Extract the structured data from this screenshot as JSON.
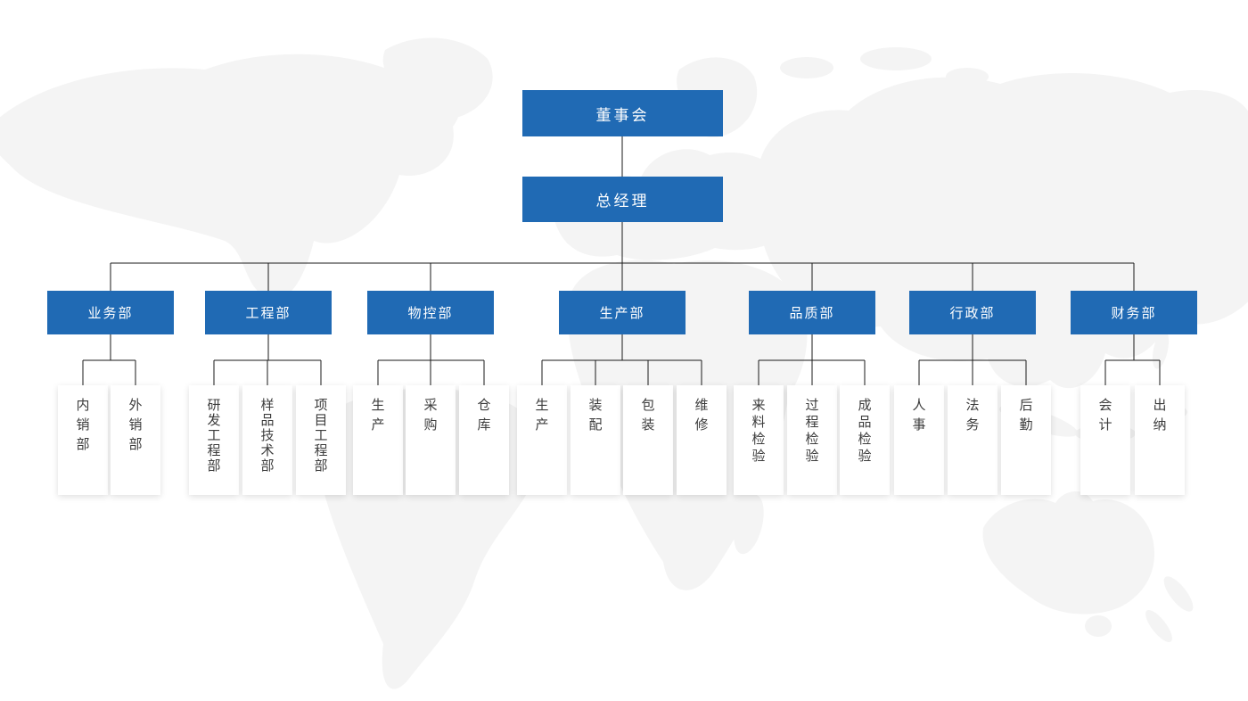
{
  "org_chart": {
    "root": {
      "label": "董事会"
    },
    "general_manager": {
      "label": "总经理"
    },
    "departments": [
      {
        "label": "业务部",
        "children": [
          "内销部",
          "外销部"
        ]
      },
      {
        "label": "工程部",
        "children": [
          "研发工程部",
          "样品技术部",
          "项目工程部"
        ]
      },
      {
        "label": "物控部",
        "children": [
          "生产",
          "采购",
          "仓库"
        ]
      },
      {
        "label": "生产部",
        "children": [
          "生产",
          "装配",
          "包装",
          "维修"
        ]
      },
      {
        "label": "品质部",
        "children": [
          "来料检验",
          "过程检验",
          "成品检验"
        ]
      },
      {
        "label": "行政部",
        "children": [
          "人事",
          "法务",
          "后勤"
        ]
      },
      {
        "label": "财务部",
        "children": [
          "会计",
          "出纳"
        ]
      }
    ],
    "colors": {
      "node_fill": "#206ab4",
      "node_text": "#ffffff",
      "connector": "#1a1a1a",
      "leaf_text": "#3c3c3c",
      "map_land": "#f4f4f4",
      "background": "#ffffff"
    }
  }
}
